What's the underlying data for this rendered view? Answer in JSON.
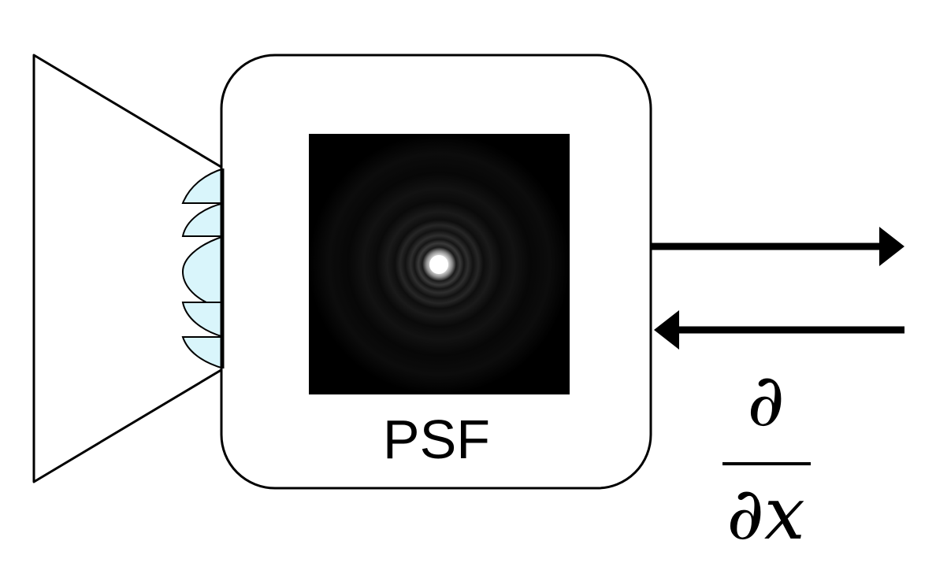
{
  "diagram": {
    "psf_label": "PSF",
    "derivative": {
      "numerator": "∂",
      "denominator": "∂x"
    }
  },
  "colors": {
    "stroke": "#000000",
    "lens_fill": "#d9f5fb",
    "psf_background": "#000000",
    "psf_core": "#ffffff",
    "box_fill": "#ffffff"
  },
  "icons": {
    "lens": "camera-lens-icon",
    "psf_image": "airy-disk-pattern",
    "forward_arrow": "arrow-right-icon",
    "backward_arrow": "arrow-left-icon"
  }
}
